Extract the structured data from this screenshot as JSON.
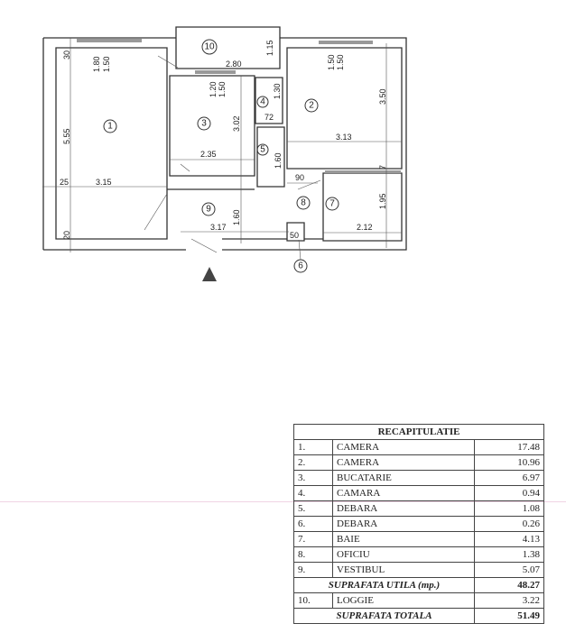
{
  "plan": {
    "rooms": [
      "1",
      "2",
      "3",
      "4",
      "5",
      "6",
      "7",
      "8",
      "9",
      "10"
    ],
    "dims": {
      "r1_window": "1.80",
      "r1_window_h": "1.50",
      "r1_wall_top": "30",
      "r1_height": "5.55",
      "r1_wall_mid": "25",
      "r1_width": "3.15",
      "r1_wall_bottom": "20",
      "loggia_width": "2.80",
      "loggia_depth": "1.15",
      "r3_window": "1.20",
      "r3_window_h": "1.50",
      "r3_height": "3.02",
      "r3_width": "2.35",
      "r4_height": "1.30",
      "r4_width": "72",
      "r5_height": "1.60",
      "r2_window": "1.50",
      "r2_window_h": "1.50",
      "r2_height": "3.50",
      "r2_width": "3.13",
      "wall_7": "7",
      "r8_width": "90",
      "r7_height": "1.95",
      "r7_width": "2.12",
      "r9_height": "1.60",
      "r9_width": "3.17",
      "r6_width": "50"
    }
  },
  "table": {
    "title": "RECAPITULATIE",
    "rows": [
      {
        "n": "1.",
        "name": "CAMERA",
        "v": "17.48"
      },
      {
        "n": "2.",
        "name": "CAMERA",
        "v": "10.96"
      },
      {
        "n": "3.",
        "name": "BUCATARIE",
        "v": "6.97"
      },
      {
        "n": "4.",
        "name": "CAMARA",
        "v": "0.94"
      },
      {
        "n": "5.",
        "name": "DEBARA",
        "v": "1.08"
      },
      {
        "n": "6.",
        "name": "DEBARA",
        "v": "0.26"
      },
      {
        "n": "7.",
        "name": "BAIE",
        "v": "4.13"
      },
      {
        "n": "8.",
        "name": "OFICIU",
        "v": "1.38"
      },
      {
        "n": "9.",
        "name": "VESTIBUL",
        "v": "5.07"
      }
    ],
    "useful_label": "SUPRAFATA UTILA (mp.)",
    "useful_value": "48.27",
    "loggia": {
      "n": "10.",
      "name": "LOGGIE",
      "v": "3.22"
    },
    "total_label": "SUPRAFATA TOTALA",
    "total_value": "51.49"
  }
}
